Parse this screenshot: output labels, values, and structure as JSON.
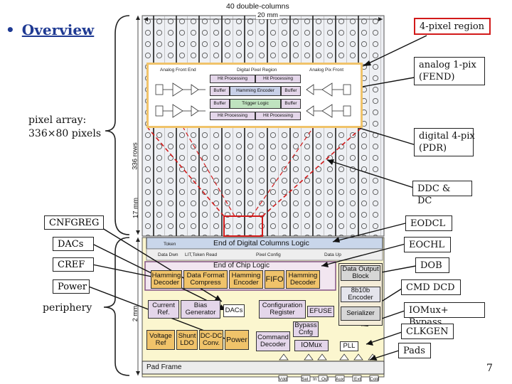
{
  "slide": {
    "bullet": "•",
    "title": "Overview",
    "page_number": "7"
  },
  "chip": {
    "top_label": "40 double-columns",
    "width_label": "20 mm",
    "rows_label": "336 rows",
    "height_label": "17 mm",
    "periphery_height_label": "2 mm",
    "eodc_bar": "End of Digital Columns Logic",
    "eodc_sub": [
      "Token",
      "Data Dwn",
      "LIT,Token Read",
      "Pixel Config",
      "Data Up"
    ],
    "eocl_title": "End of Chip Logic",
    "pad_frame": "Pad Frame"
  },
  "pixel_zoom": {
    "sections": [
      "Analog Front End",
      "Digital Pixel Region",
      "Analog Pix Front"
    ],
    "cells": [
      "Hit Processing",
      "Hit Processing",
      "Buffer",
      "Hamming Encoder",
      "Buffer",
      "Buffer",
      "Trigger Logic",
      "Buffer",
      "Hit Processing",
      "Hit Processing"
    ]
  },
  "periphery_blocks": {
    "hamming_decoder_1": "Hamming Decoder",
    "data_format": "Data Format Compress",
    "hamming_encoder": "Hamming Encoder",
    "fifo": "FIFO",
    "hamming_decoder_2": "Hamming Decoder",
    "data_output": "Data Output Block",
    "enc_8b10b": "8b10b Encoder",
    "serializer": "Serializer",
    "current_ref": "Current Ref.",
    "bias_gen": "Bias Generator",
    "dacs": "DACs",
    "config_reg": "Configuration Register",
    "efuse": "EFUSE",
    "bypass_cfg": "Bypass Cnfg",
    "voltage_ref": "Voltage Ref",
    "shunt_ldo": "Shunt LDO",
    "dcdc": "DC-DC Conv.",
    "power": "Power",
    "cmd_decoder": "Command Decoder",
    "iomux": "IOMux",
    "pll": "PLL",
    "pad_labels": [
      "Vdd",
      "Sel",
      "In",
      "Out",
      "Aux",
      "Ext",
      "Cold"
    ]
  },
  "left_labels": {
    "pixel_array": "pixel array:\n336×80 pixels",
    "cnfgreg": "CNFGREG",
    "dacs": "DACs",
    "cref": "CREF",
    "power": "Power",
    "periphery": "periphery"
  },
  "right_labels": {
    "four_pixel": "4-pixel region",
    "analog": "analog 1-pix\n(FEND)",
    "digital": "digital 4-pix\n(PDR)",
    "ddc": "DDC & DC",
    "eodcl": "EODCL",
    "eochl": "EOCHL",
    "dob": "DOB",
    "cmd": "CMD DCD",
    "iomux": "IOMux+ Bypass",
    "clkgen": "CLKGEN",
    "pads": "Pads"
  },
  "colors": {
    "highlight_red": "#d21a1a",
    "link_blue": "#1f3a93",
    "periphery_bg": "#fbf6cf",
    "eodc_bar": "#c9d6ea",
    "orange": "#f0c36a",
    "light_purple": "#e4d6ea"
  }
}
